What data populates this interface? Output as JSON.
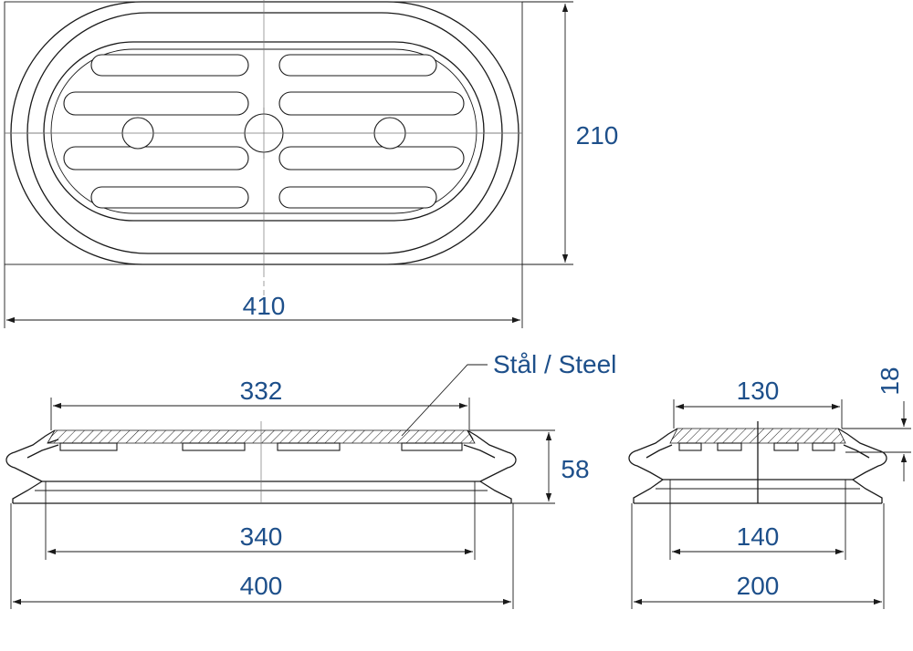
{
  "colors": {
    "dimension_text": "#1d4f8a",
    "line": "#1a1a1a"
  },
  "top_view": {
    "height_dim": "210",
    "width_dim": "410"
  },
  "side_large": {
    "plate_width_dim": "332",
    "height_dim": "58",
    "inner_width_dim": "340",
    "outer_width_dim": "400"
  },
  "material_label": "Stål / Steel",
  "side_small": {
    "plate_width_dim": "130",
    "plate_thickness_dim": "18",
    "inner_width_dim": "140",
    "outer_width_dim": "200"
  }
}
